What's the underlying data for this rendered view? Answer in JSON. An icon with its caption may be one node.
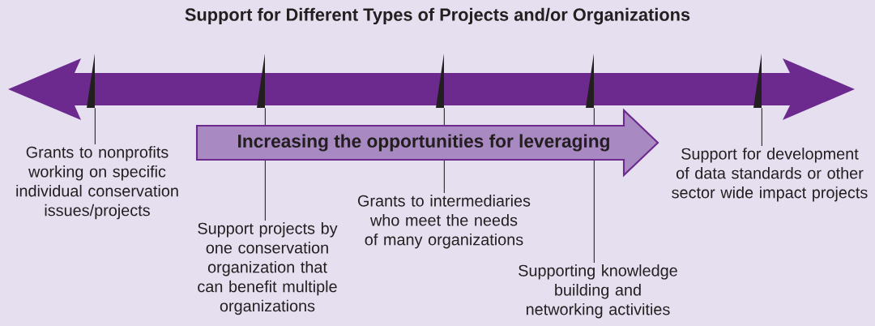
{
  "diagram": {
    "title": "Support for Different Types of Projects and/or Organizations",
    "nodes": [
      {
        "text": [],
        "shape": "arrow"
      },
      {
        "text": [],
        "shape": "triangle"
      },
      {
        "text": [],
        "shape": "triangle"
      },
      {
        "text": [],
        "shape": "triangle"
      },
      {
        "text": [],
        "shape": "triangle"
      },
      {
        "text": [],
        "shape": "triangle"
      },
      {
        "text": [
          "Increasing the opportunities for leveraging"
        ]
      },
      {
        "text": [
          "Grants to nonprofits working on specific individual conservation issues/projects"
        ]
      },
      {
        "text": [
          "Support projects by one conservation organization that can benefit multiple organizations"
        ]
      },
      {
        "text": [
          "Grants to intermediaries who meet the needs of many organizations"
        ]
      },
      {
        "text": [
          "Supporting knowledge building and networking activities"
        ]
      },
      {
        "text": [
          "Support for development of data standards or other sector wide impact projects"
        ]
      }
    ],
    "edges": [
      {
        "from": 7,
        "to": 1,
        "arrow": "none"
      },
      {
        "from": 8,
        "to": 2,
        "arrow": "none"
      },
      {
        "from": 9,
        "to": 3,
        "arrow": "none"
      },
      {
        "from": 10,
        "to": 4,
        "arrow": "none"
      },
      {
        "from": 11,
        "to": 5,
        "arrow": "none"
      }
    ]
  }
}
